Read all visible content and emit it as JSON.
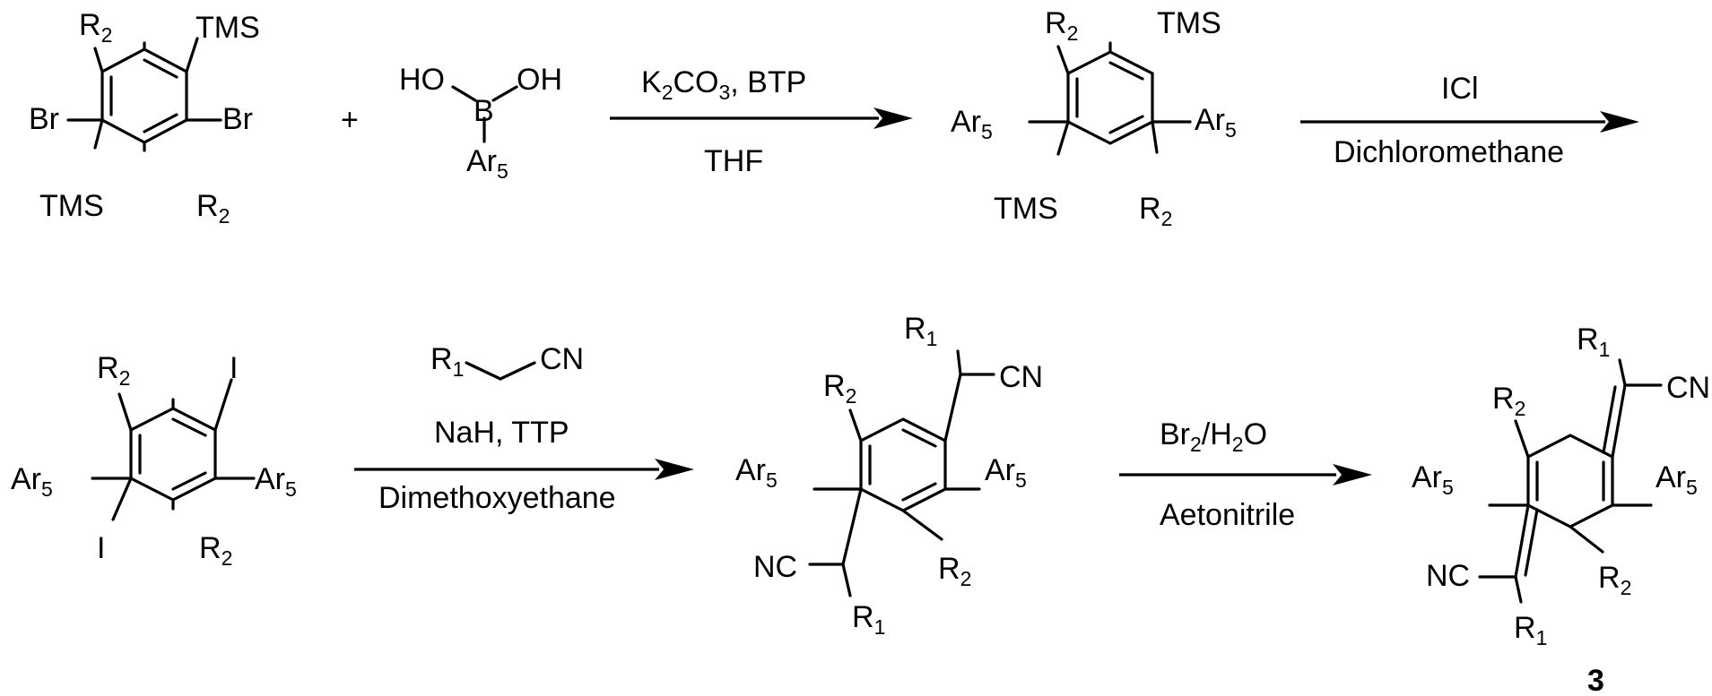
{
  "labels": {
    "R1": "R",
    "R2": "R",
    "Ar5": "Ar",
    "sub1": "1",
    "sub2": "2",
    "sub5": "5",
    "sub3": "3",
    "TMS": "TMS",
    "Br": "Br",
    "I": "I",
    "HO": "HO",
    "OH": "OH",
    "B": "B",
    "CN": "CN",
    "NC": "NC",
    "plus": "+"
  },
  "step1": {
    "reagent_a": "K",
    "reagent_b": "CO",
    "reagent_c": ", BTP",
    "solvent": "THF"
  },
  "step2": {
    "reagent": "ICl",
    "solvent": "Dichloromethane"
  },
  "step3": {
    "reagent": "NaH, TTP",
    "solvent": "Dimethoxyethane"
  },
  "step4": {
    "reagent_a": "Br",
    "reagent_b": "/H",
    "reagent_c": "O",
    "solvent": "Aetonitrile"
  },
  "compound": {
    "number": "3"
  }
}
